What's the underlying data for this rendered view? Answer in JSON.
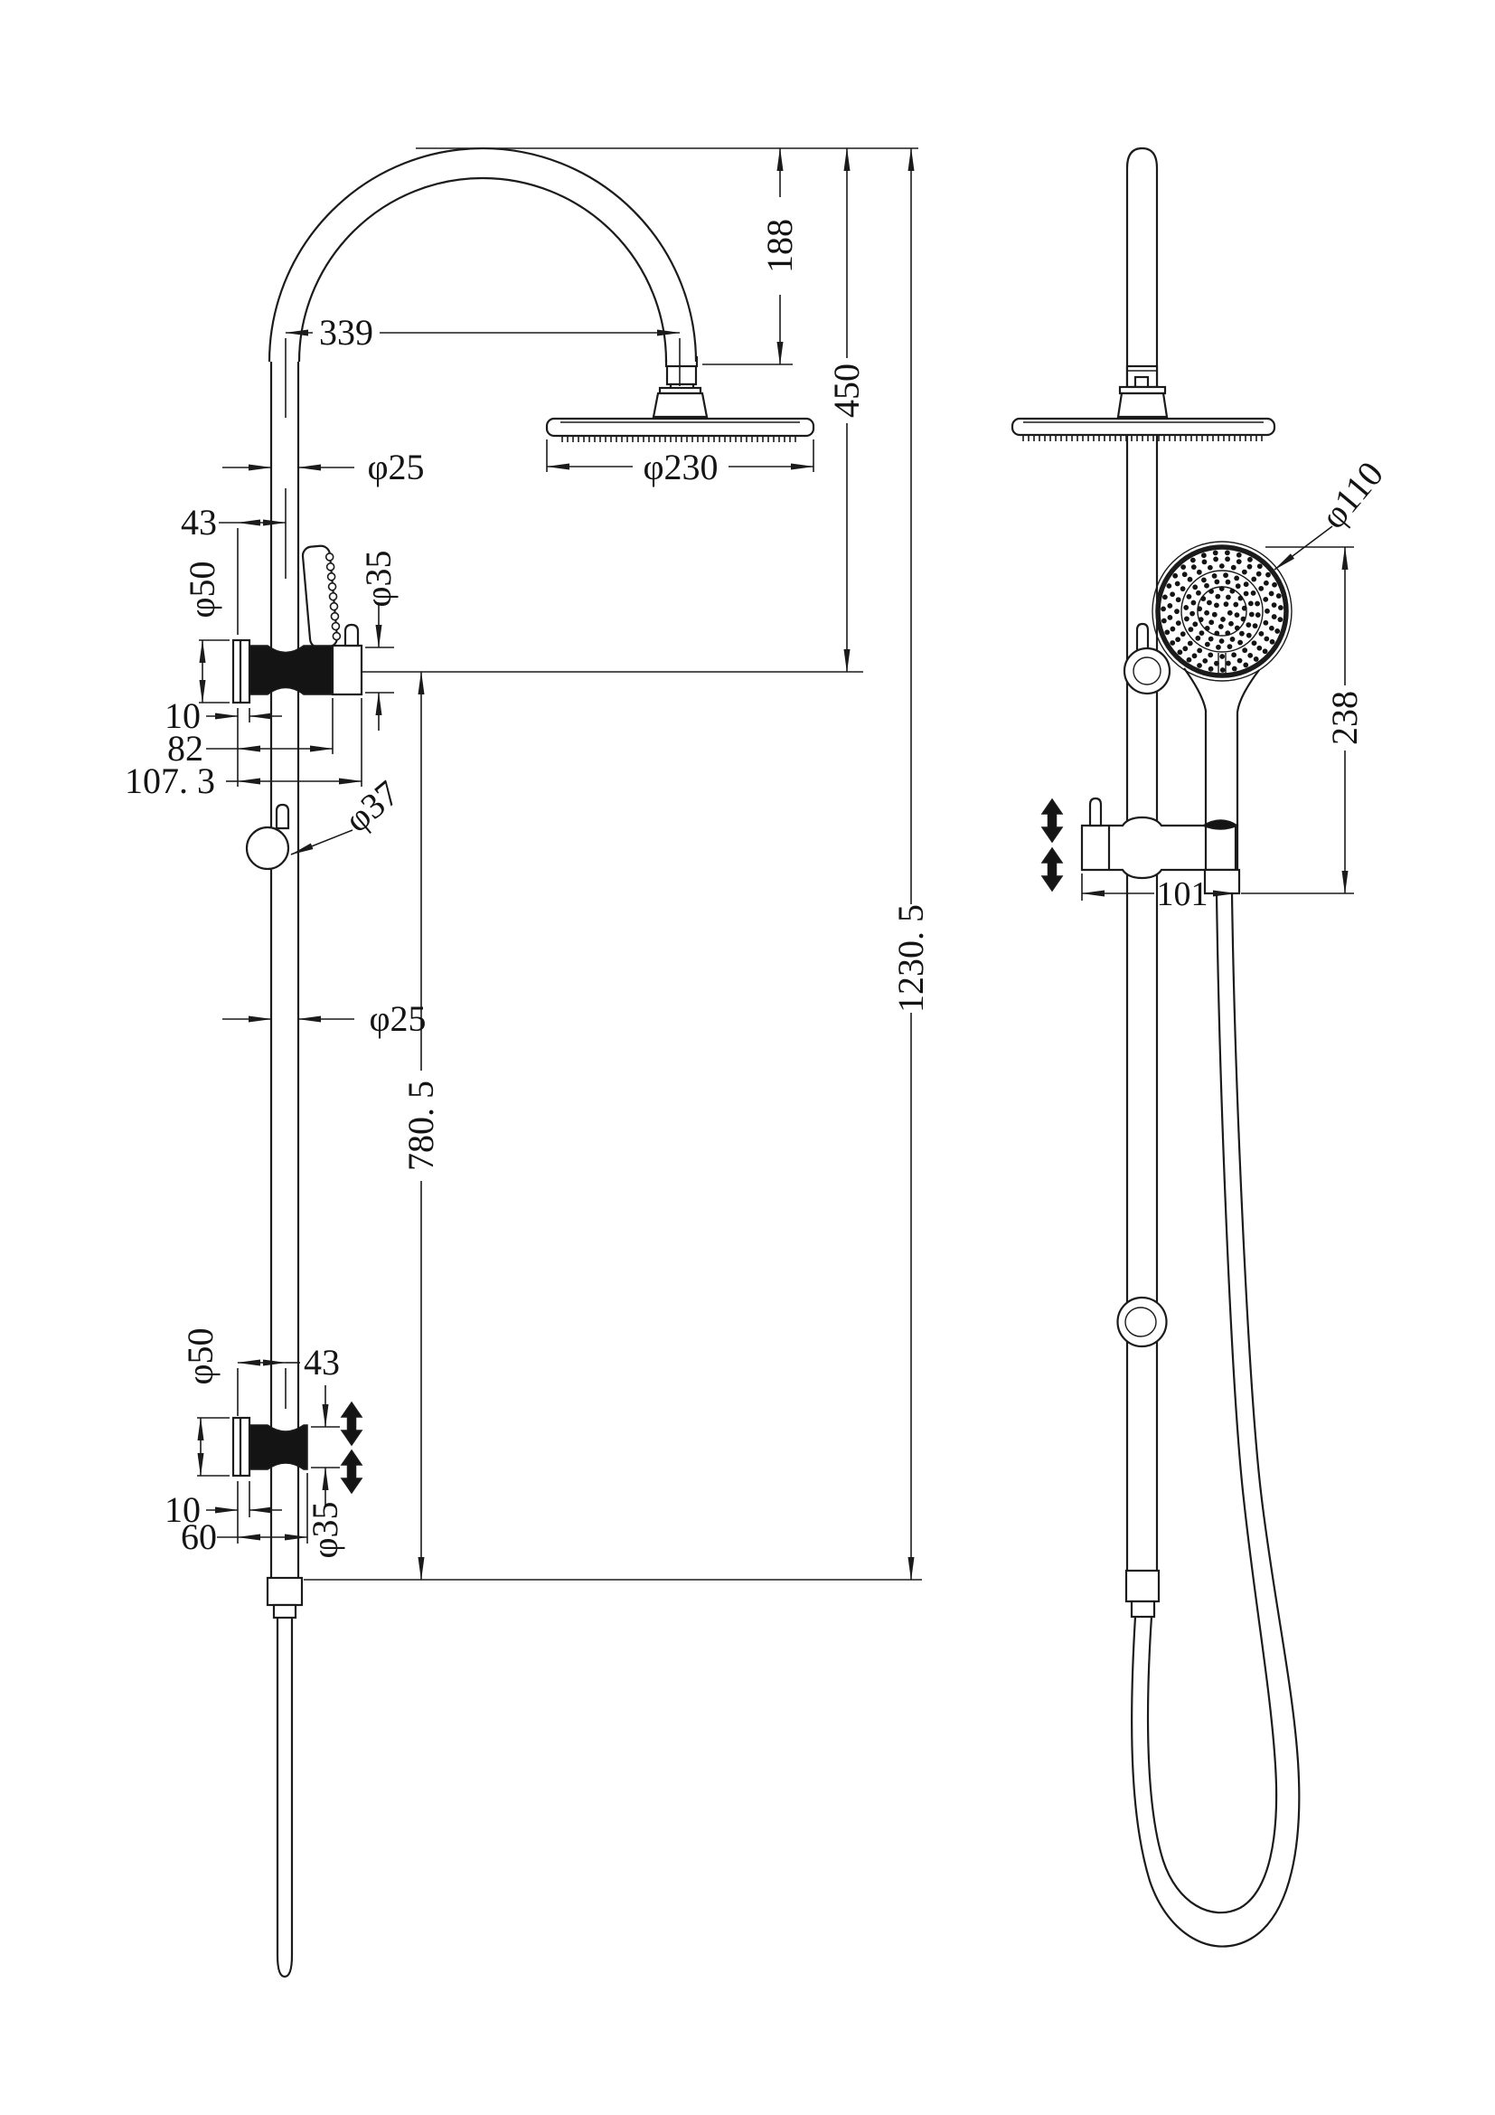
{
  "drawing": {
    "front_view": {
      "dim_arch_width": "339",
      "dim_arch_drop": "188",
      "dim_top_section": "450",
      "dim_total_height": "1230. 5",
      "dim_lower_section": "780. 5",
      "pipe_dia_upper": "φ25",
      "pipe_dia_mid": "φ25",
      "head_dia": "φ230",
      "knob_dia": "φ37",
      "upper_bracket": {
        "setout": "43",
        "flange_dia": "φ50",
        "body_dia": "φ35",
        "flange_thk": "10",
        "body_len": "82",
        "overall_len": "107. 3"
      },
      "lower_bracket": {
        "setout": "43",
        "flange_dia": "φ50",
        "body_dia": "φ35",
        "flange_thk": "10",
        "body_len": "60"
      }
    },
    "side_view": {
      "hand_shower_dia": "φ110",
      "hand_shower_drop": "238",
      "bracket_len": "101"
    }
  }
}
